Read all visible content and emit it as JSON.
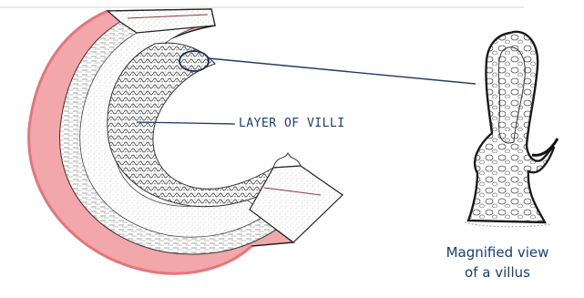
{
  "labels": {
    "villi_layer": "LAYER OF VILLI",
    "caption_line1": "Magnified view",
    "caption_line2": "of a villus"
  },
  "colors": {
    "outline": "#1a1a1a",
    "outer_layer": "#e6757a",
    "inner_fill": "#ffffff",
    "stipple": "#9a9a9a",
    "label_text": "#1b3d74",
    "leader_line": "#223a66"
  }
}
